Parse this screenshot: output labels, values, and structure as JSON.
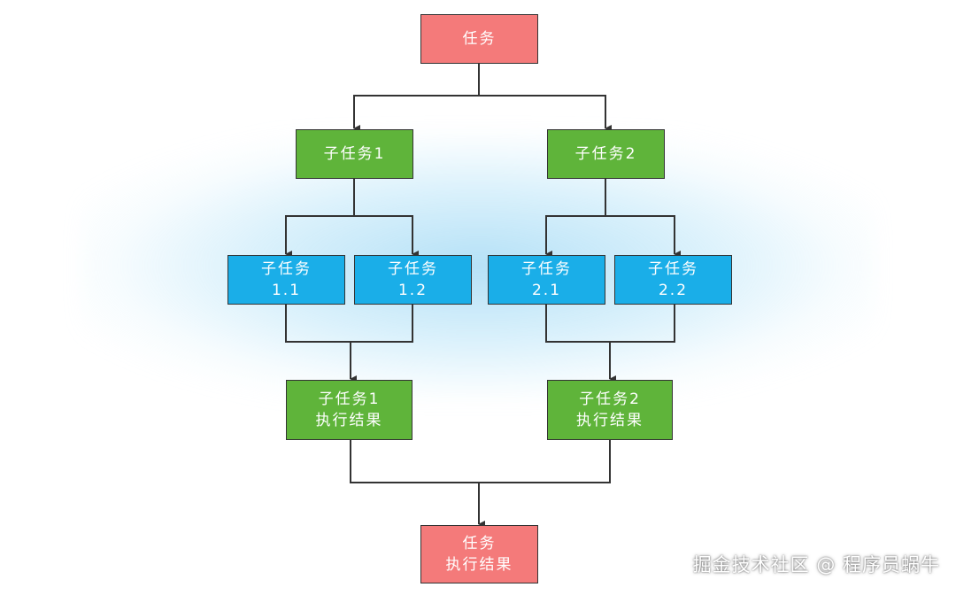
{
  "nodes": {
    "task": "任务",
    "subtask_1": "子任务1",
    "subtask_2": "子任务2",
    "subtask_1_1": [
      "子任务",
      "1.1"
    ],
    "subtask_1_2": [
      "子任务",
      "1.2"
    ],
    "subtask_2_1": [
      "子任务",
      "2.1"
    ],
    "subtask_2_2": [
      "子任务",
      "2.2"
    ],
    "subtask_1_result": [
      "子任务1",
      "执行结果"
    ],
    "subtask_2_result": [
      "子任务2",
      "执行结果"
    ],
    "task_result": [
      "任务",
      "执行结果"
    ]
  },
  "colors": {
    "task": "#f47a7a",
    "subtask": "#5fb43a",
    "leaf": "#1aaee8",
    "line": "#333333"
  },
  "watermark": "掘金技术社区 @ 程序员蜗牛"
}
